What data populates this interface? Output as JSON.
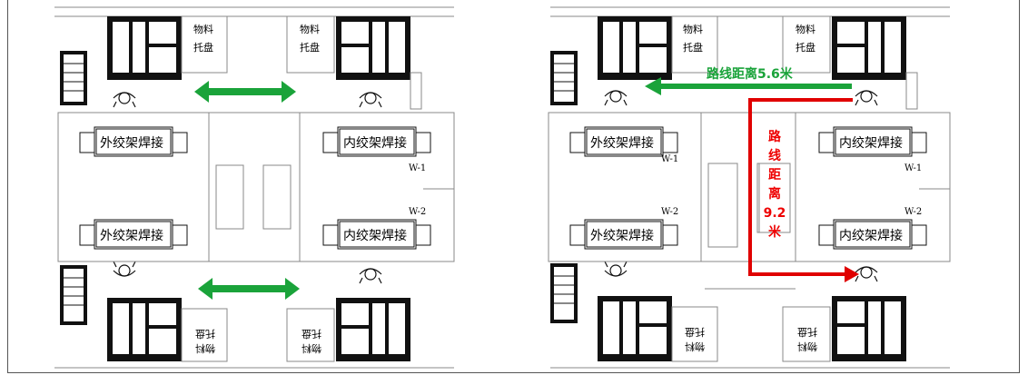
{
  "left": {
    "stations": {
      "top_left": "外绞架焊接",
      "bottom_left": "外绞架焊接",
      "top_right": "内绞架焊接",
      "bottom_right": "内绞架焊接"
    },
    "codes": {
      "w1": "W-1",
      "w2": "W-2"
    },
    "trays": {
      "top_a": "物料",
      "top_b": "托盘",
      "bot_a": "物料",
      "bot_b": "托盘"
    }
  },
  "right": {
    "stations": {
      "top_left": "外绞架焊接",
      "bottom_left": "外绞架焊接",
      "top_right": "内绞架焊接",
      "bottom_right": "内绞架焊接"
    },
    "codes": {
      "w1": "W-1",
      "w2": "W-2"
    },
    "trays": {
      "top_a": "物料",
      "top_b": "托盘",
      "bot_a": "物料",
      "bot_b": "托盘"
    },
    "route_green_label": "路线距离5.6米",
    "route_red_chars": [
      "路",
      "线",
      "距",
      "离",
      "9.2",
      "米"
    ]
  },
  "colors": {
    "green": "#1aa33a",
    "red": "#e00000"
  }
}
